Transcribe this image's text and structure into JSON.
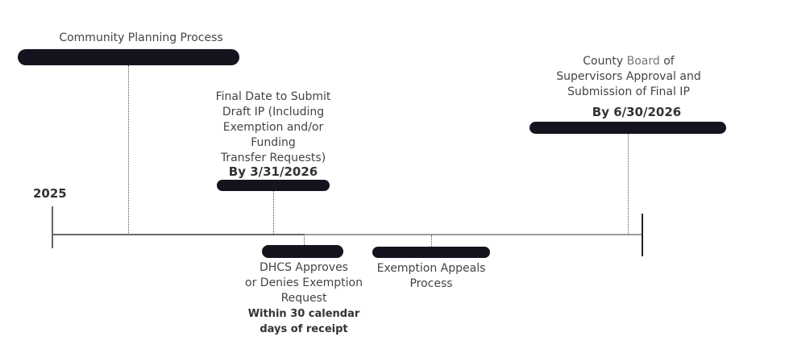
{
  "timeline": {
    "start_label": "2025",
    "axis_color": "#555555",
    "bar_color": "#14141f"
  },
  "milestones": [
    {
      "id": "community-planning",
      "title": "Community Planning Process",
      "deadline": ""
    },
    {
      "id": "draft-ip",
      "title_lines": [
        "Final Date to Submit",
        "Draft IP (Including",
        "Exemption and/or",
        "Funding",
        "Transfer Requests)"
      ],
      "deadline": "By 3/31/2026"
    },
    {
      "id": "final-ip",
      "title_line1_pre": "County ",
      "title_line1_board": "Board",
      "title_line1_post": " of",
      "title_lines": [
        "Supervisors Approval and",
        "Submission of Final IP"
      ],
      "deadline": "By 6/30/2026"
    },
    {
      "id": "dhcs",
      "title_lines": [
        "DHCS Approves",
        "or Denies Exemption",
        "Request"
      ],
      "deadline_lines": [
        "Within 30 calendar",
        "days of receipt"
      ]
    },
    {
      "id": "appeals",
      "title_lines": [
        "Exemption Appeals",
        "Process"
      ]
    }
  ]
}
